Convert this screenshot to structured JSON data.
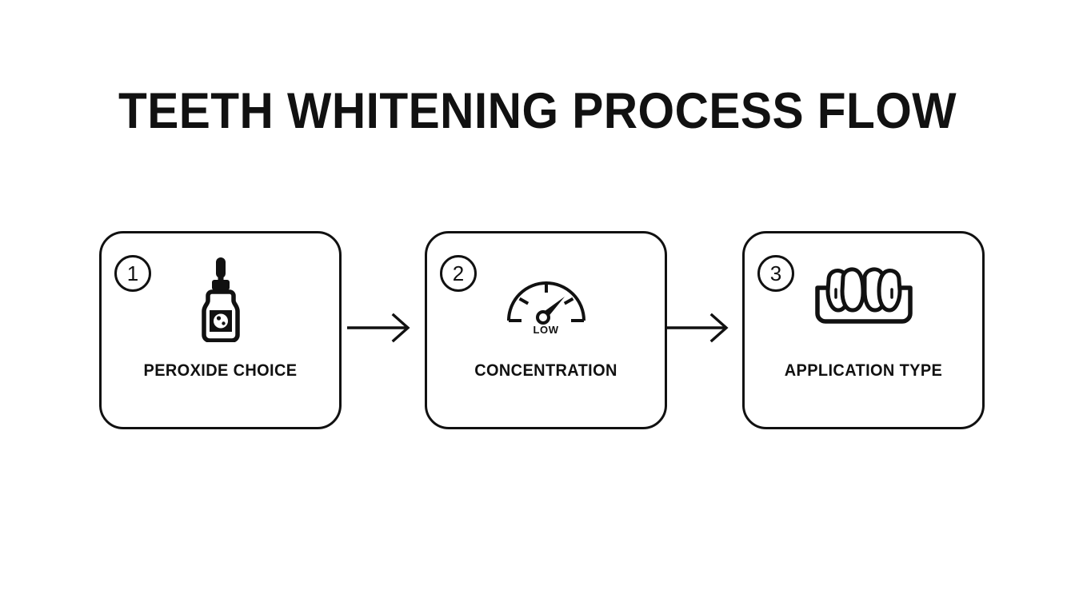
{
  "title": "TEETH WHITENING PROCESS FLOW",
  "theme": {
    "background": "#ffffff",
    "stroke": "#111111",
    "text": "#111111"
  },
  "flow": {
    "steps": [
      {
        "number": "1",
        "label": "PEROXIDE CHOICE",
        "icon": "dropper-bottle-icon"
      },
      {
        "number": "2",
        "label": "CONCENTRATION",
        "icon": "gauge-icon",
        "gauge_reading": "LOW"
      },
      {
        "number": "3",
        "label": "APPLICATION TYPE",
        "icon": "dental-tray-teeth-icon"
      }
    ],
    "connectors": [
      {
        "name": "arrow-step-1-to-2",
        "direction": "right"
      },
      {
        "name": "arrow-step-2-to-3",
        "direction": "right"
      }
    ]
  }
}
